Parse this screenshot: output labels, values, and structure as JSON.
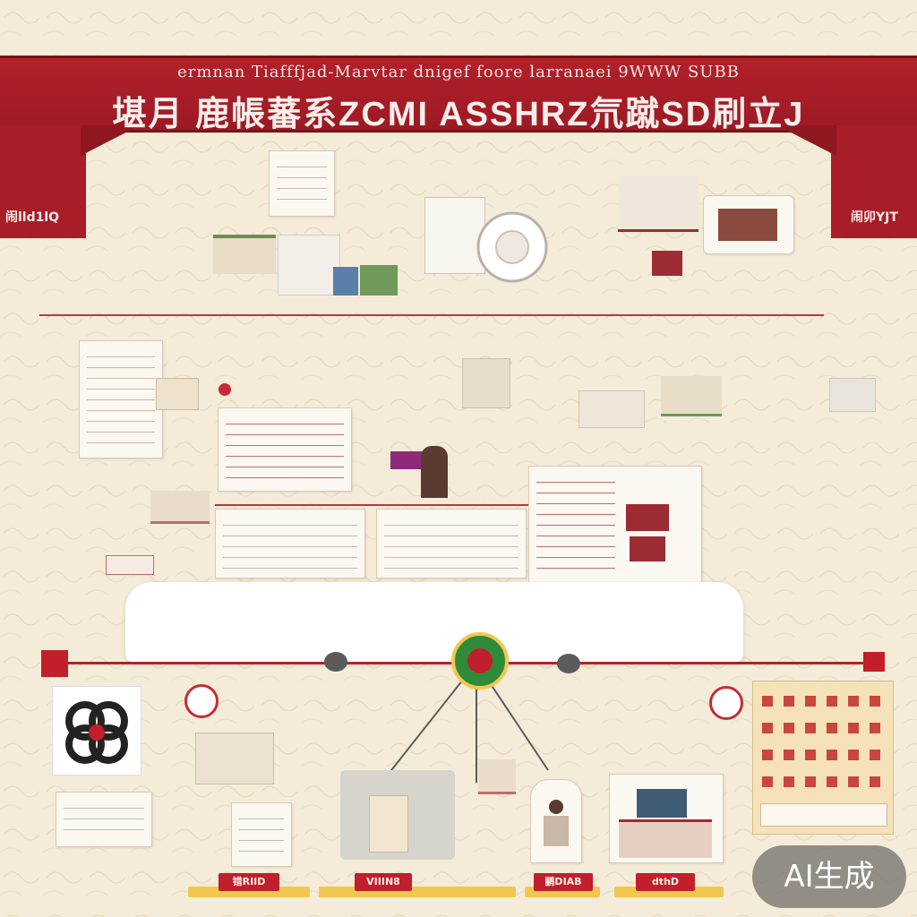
{
  "banner": {
    "subtitle": "ermnan Tiafffjad-Marvtar  dnigef foore larranaei 9WWW SUBB",
    "title": "堪月 鹿帳蕃系ZCMI ASSHRZ氘蹴SD刷立J",
    "left_ribbon_text": "闹lld1lQ",
    "right_ribbon_text": "闹卯YJT"
  },
  "bottom_tags": [
    "错RIID",
    "VIIIN8",
    "鹂DIAB",
    "dthD"
  ],
  "watermark": {
    "label": "AI生成"
  },
  "colors": {
    "background": "#f4ecd9",
    "banner_red": "#b3202b",
    "accent_gold": "#f0c84f",
    "accent_green": "#2f8a3a"
  }
}
